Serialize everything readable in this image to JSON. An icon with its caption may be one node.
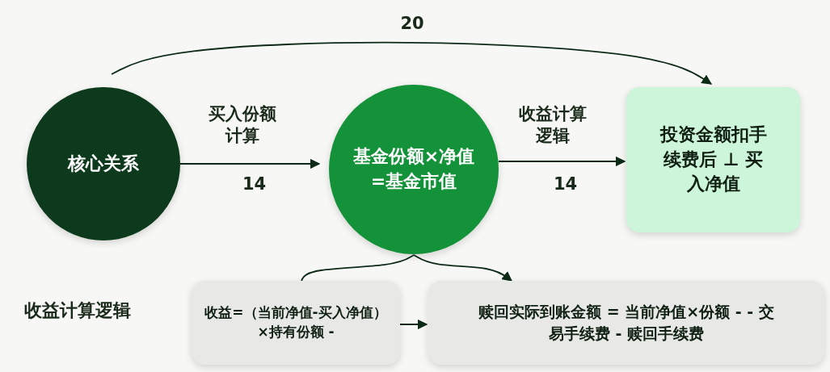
{
  "diagram": {
    "nodes": [
      {
        "text": [
          "核心关系"
        ]
      },
      {
        "text": [
          "基金份额×净值=基金市值"
        ]
      },
      {
        "text": [
          "投资金额扣手续费后 ⊥ 买入净值"
        ]
      },
      {
        "text": [
          "收益=（当前净值-买入净值）×持有份额 -"
        ]
      },
      {
        "text": [
          "赎回实际到账金额 = 当前净值×份额 - - 交易手续费 - 赎回手续费"
        ]
      }
    ],
    "edges": [
      {
        "from": 0,
        "to": 1,
        "arrow": "to",
        "label": "买入份额计算"
      },
      {
        "from": 1,
        "to": 2,
        "arrow": "to",
        "label": "收益计算逻辑"
      },
      {
        "from": 0,
        "to": 2,
        "arrow": "to",
        "label": "20"
      },
      {
        "from": 1,
        "to": 3,
        "arrow": "none"
      },
      {
        "from": 1,
        "to": 4,
        "arrow": "to"
      },
      {
        "from": 3,
        "to": 4,
        "arrow": "to"
      }
    ],
    "labels": [
      "14",
      "14",
      "收益计算逻辑"
    ]
  }
}
